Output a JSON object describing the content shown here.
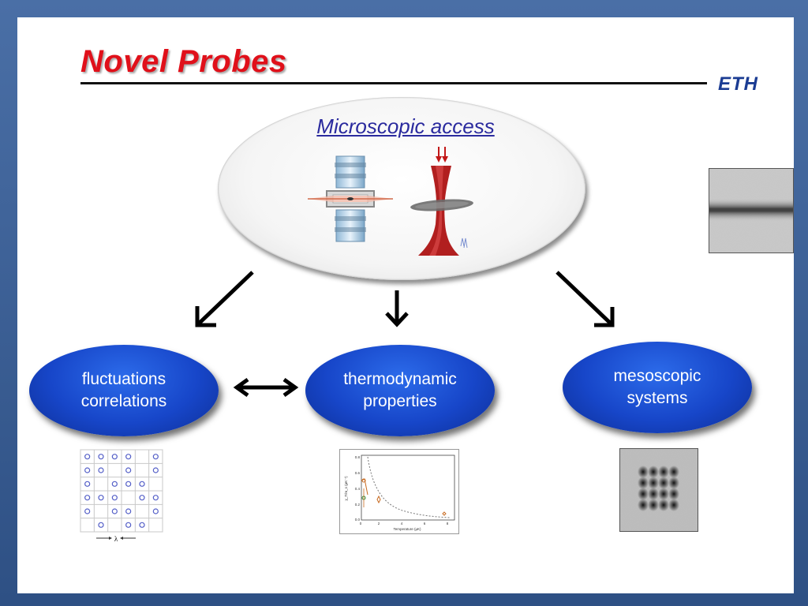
{
  "slide": {
    "title": "Novel Probes",
    "logo_text": "ETH"
  },
  "top": {
    "label": "Microscopic access"
  },
  "nodes": [
    {
      "line1": "fluctuations",
      "line2": "correlations"
    },
    {
      "line1": "thermodynamic",
      "line2": "properties"
    },
    {
      "line1": "mesoscopic",
      "line2": "systems"
    }
  ],
  "lattice": {
    "lambda_label": "λ"
  },
  "plot": {
    "xlabel": "Temperature (µK)",
    "ylabel": "χ_T/m_s (µK⁻¹)",
    "x_ticks": [
      "0",
      "2",
      "4",
      "6",
      "8"
    ],
    "y_ticks": [
      "0.0",
      "0.2",
      "0.4",
      "0.6",
      "0.8"
    ]
  },
  "colors": {
    "title": "#e0101a",
    "logo": "#1b3c93",
    "node_fill": "#1746c9",
    "frame": "#3a5f98"
  }
}
